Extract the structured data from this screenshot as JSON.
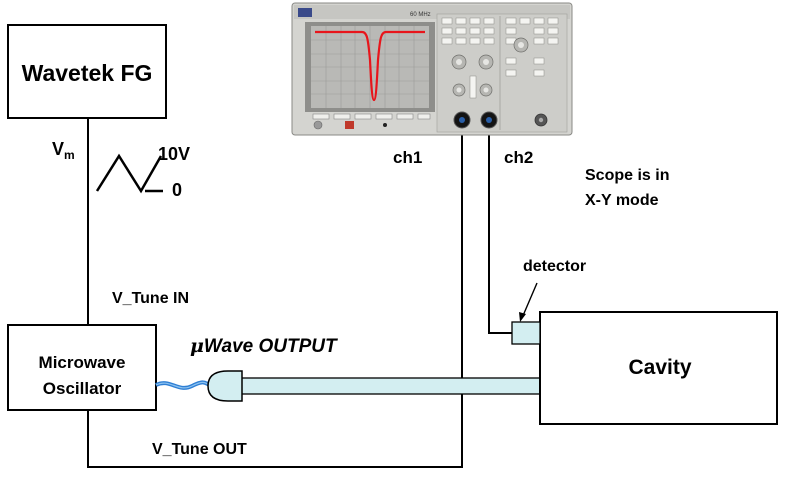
{
  "function_generator": {
    "label": "Wavetek FG"
  },
  "oscillator": {
    "line1": "Microwave",
    "line2": "Oscillator"
  },
  "cavity": {
    "label": "Cavity"
  },
  "signal": {
    "v": "V",
    "sub": "m",
    "high": "10V",
    "low": "0"
  },
  "labels": {
    "ch1": "ch1",
    "ch2": "ch2",
    "scope_note_line1": "Scope is in",
    "scope_note_line2": "X-Y mode",
    "detector": "detector",
    "tune_in": "V_Tune IN",
    "tune_out": "V_Tune OUT",
    "uwave_mu": "μ",
    "uwave_rest": "Wave OUTPUT"
  },
  "oscilloscope": {
    "freq_label": "60 MHz"
  },
  "colors": {
    "line": "#000000",
    "waveguide": "#d3eef1",
    "cable": "#2f7fd4",
    "trace": "#e8151b",
    "scope_body": "#d4d4d0",
    "screen": "#b9b9b6"
  }
}
